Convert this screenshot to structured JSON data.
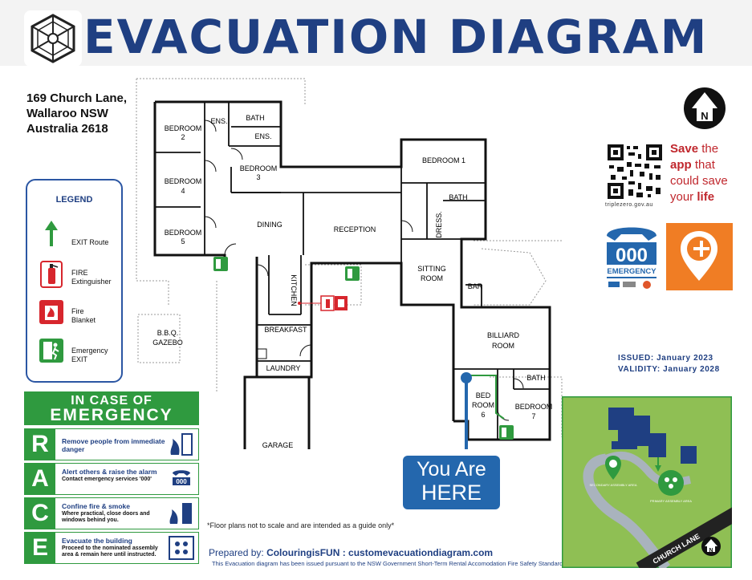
{
  "header": {
    "title": "EVACUATION DIAGRAM"
  },
  "address": {
    "lines": "169 Church Lane,\nWallaroo NSW\nAustralia 2618"
  },
  "legend": {
    "title": "LEGEND",
    "items": [
      {
        "label": "EXIT Route",
        "icon": "green-arrow-icon"
      },
      {
        "label": "FIRE\nExtinguisher",
        "icon": "fire-extinguisher-icon"
      },
      {
        "label": "Fire\nBlanket",
        "icon": "fire-blanket-icon"
      },
      {
        "label": "Emergency\nEXIT",
        "icon": "emergency-exit-icon"
      }
    ]
  },
  "race": {
    "header_line1": "IN CASE OF",
    "header_line2": "EMERGENCY",
    "steps": [
      {
        "letter": "R",
        "head": "Remove people from immediate danger",
        "sub": ""
      },
      {
        "letter": "A",
        "head": "Alert others & raise the alarm",
        "sub": "Contact emergency services '000'"
      },
      {
        "letter": "C",
        "head": "Confine fire & smoke",
        "sub": "Where practical, close doors and windows behind you."
      },
      {
        "letter": "E",
        "head": "Evacuate the building",
        "sub": "Proceed to the nominated assembly area & remain here until instructed."
      }
    ]
  },
  "rooms": {
    "bedroom2": "BEDROOM",
    "bedroom2n": "2",
    "ens1": "ENS.",
    "bath1": "BATH",
    "ens2": "ENS.",
    "bedroom4": "BEDROOM",
    "bedroom4n": "4",
    "bedroom3": "BEDROOM",
    "bedroom3n": "3",
    "bedroom5": "BEDROOM",
    "bedroom5n": "5",
    "dining": "DINING",
    "reception": "RECEPTION",
    "bedroom1": "BEDROOM 1",
    "bath2": "BATH",
    "dress": "DRESS.",
    "sitting1": "SITTING",
    "sitting2": "ROOM",
    "bar": "BAR",
    "kitchen": "KITCHEN",
    "breakfast": "BREAKFAST",
    "laundry": "LAUNDRY",
    "garage": "GARAGE",
    "bbq1": "B.B.Q.",
    "bbq2": "GAZEBO",
    "billiard1": "BILLIARD",
    "billiard2": "ROOM",
    "bed6a": "BED",
    "bed6b": "ROOM",
    "bed6c": "6",
    "bath3": "BATH",
    "bedroom7": "BEDROOM",
    "bedroom7n": "7"
  },
  "you_are_here": {
    "line1": "You Are",
    "line2": "HERE"
  },
  "note": "*Floor plans not to scale and are intended as a guide only*",
  "footer": {
    "prepared_label": "Prepared by:",
    "prepared_text": "ColouringisFUN : customevacuationdiagram.com",
    "standard": "This Evacuation diagram has been issued pursuant to the NSW Government Short-Term Rental Accomodation Fire Safety Standard"
  },
  "compass": {
    "label": "N"
  },
  "app_promo": {
    "w1": "Save",
    "w2": " the",
    "w3": "app",
    "w4": " that",
    "w5": "could save",
    "w6": "your ",
    "w7": "life",
    "url": "triplezero.gov.au"
  },
  "emergency_logo": {
    "number": "000",
    "label": "EMERGENCY"
  },
  "issued": {
    "issued": "ISSUED: January 2023",
    "validity": "VALIDITY: January 2028"
  },
  "sitemap": {
    "road": "CHURCH LANE",
    "assembly1": "SECONDARY ASSEMBLY AREA",
    "assembly2": "PRIMARY ASSEMBLY AREA",
    "compass": "N"
  },
  "colors": {
    "title_blue": "#1f3f82",
    "exit_green": "#2f9a3f",
    "fire_red": "#d7262d",
    "here_blue": "#2467ad",
    "map_green": "#8fbf54"
  }
}
